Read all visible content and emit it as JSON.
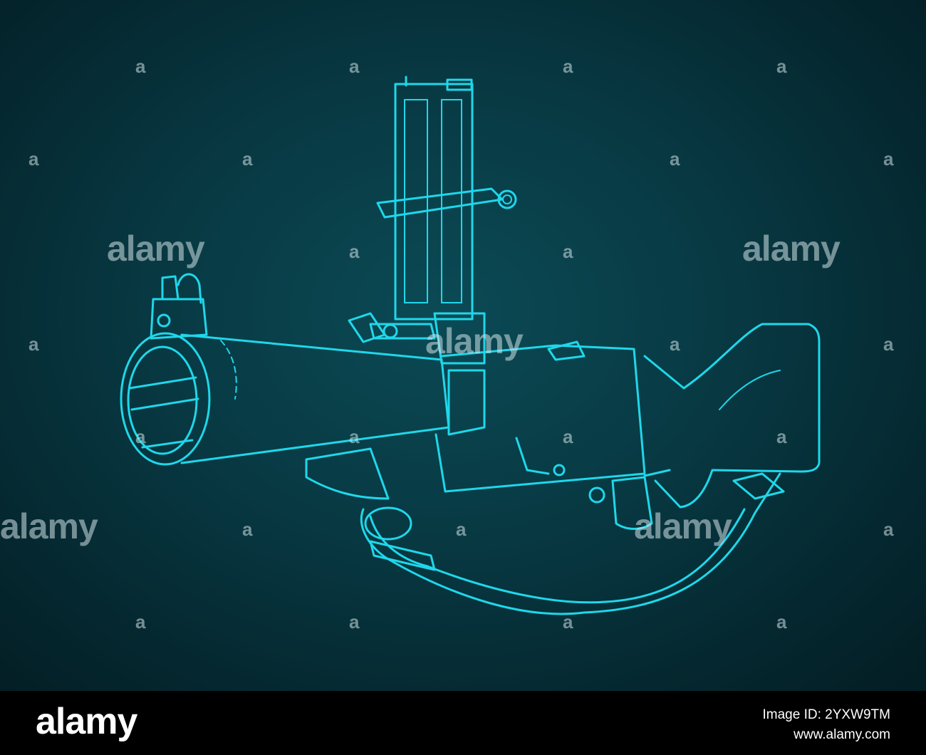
{
  "watermark": {
    "brand": "alamy",
    "mark_glyph": "a"
  },
  "footer": {
    "brand": "alamy",
    "image_id": "Image ID: 2YXW9TM",
    "site": "www.alamy.com"
  },
  "palette": {
    "background": "#063440",
    "line": "#1fd7ea",
    "footer": "#000000"
  }
}
